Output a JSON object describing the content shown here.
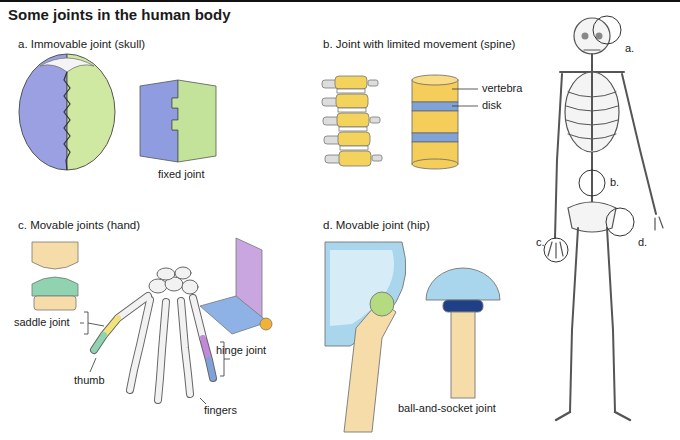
{
  "diagram": {
    "title": "Some joints in the human body",
    "labels": [
      "a. Immovable joint (skull)",
      "b. Joint with limited movement (spine)",
      "a.",
      "vertebra",
      "disk",
      "b.",
      "fixed joint",
      "c. Movable joints (hand)",
      "d. Movable joint (hip)",
      "c.",
      "d.",
      "saddle joint",
      "hinge joint",
      "thumb",
      "fingers",
      "ball-and-socket joint"
    ]
  }
}
